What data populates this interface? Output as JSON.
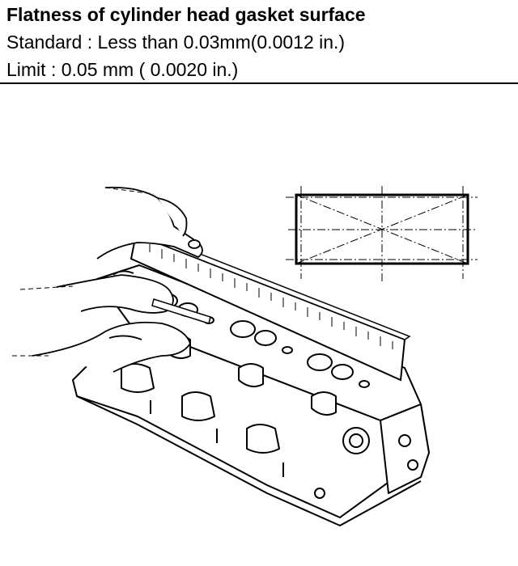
{
  "spec": {
    "title": "Flatness of cylinder head gasket surface",
    "standard_line": "Standard : Less than 0.03mm(0.0012 in.)",
    "limit_line": "Limit : 0.05 mm ( 0.0020 in.)"
  },
  "figure": {
    "subject": "straightedge on cylinder head gasket surface with hands",
    "inset": "measurement pattern: rectangle with diagonals and center lines"
  }
}
